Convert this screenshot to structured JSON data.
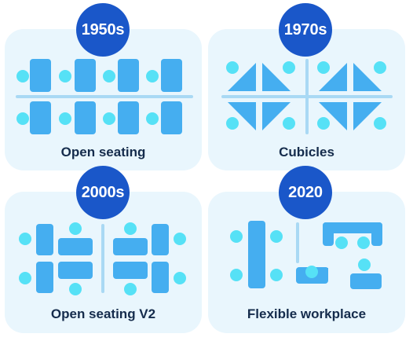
{
  "colors": {
    "card_bg": "#e9f6fd",
    "badge": "#1a57c9",
    "desk": "#45aef0",
    "divider": "#a9d9f4",
    "chair": "#56e1f6",
    "label": "#152c4c"
  },
  "eras": [
    {
      "year": "1950s",
      "label": "Open seating"
    },
    {
      "year": "1970s",
      "label": "Cubicles"
    },
    {
      "year": "2000s",
      "label": "Open seating V2"
    },
    {
      "year": "2020",
      "label": "Flexible workplace"
    }
  ]
}
